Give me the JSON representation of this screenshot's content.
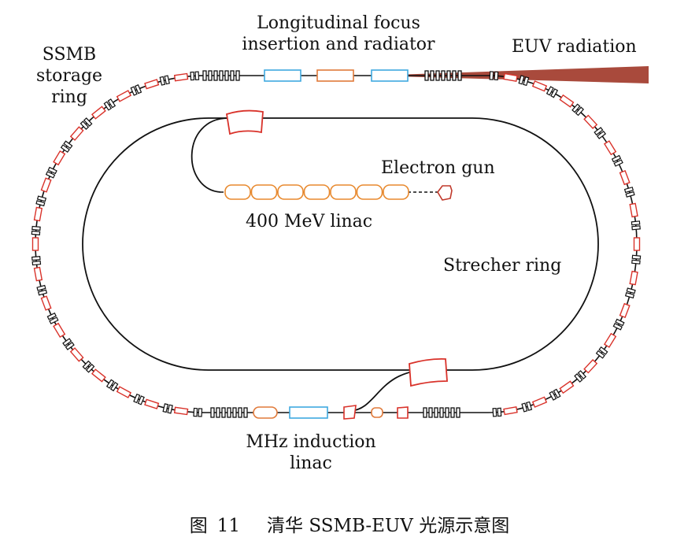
{
  "labels": {
    "ssmb_ring": [
      "SSMB",
      "storage",
      "ring"
    ],
    "longitudinal_focus": [
      "Longitudinal focus",
      "insertion and radiator"
    ],
    "euv_radiation": "EUV radiation",
    "electron_gun": "Electron gun",
    "linac_400mev": "400 MeV linac",
    "strecher_ring": "Strecher ring",
    "mhz_induction": [
      "MHz induction",
      "linac"
    ]
  },
  "caption": {
    "prefix": "图",
    "number": "11",
    "text": "清华 SSMB-EUV 光源示意图"
  },
  "colors": {
    "line": "#111111",
    "dipole": "#d9322a",
    "quad": "#111111",
    "linac_cell": "#e8892e",
    "insertion_blue": "#3fa9e0",
    "radiator_orange": "#e07a3a",
    "euv_beam": "#a94a3c",
    "gun": "#c0392b"
  }
}
